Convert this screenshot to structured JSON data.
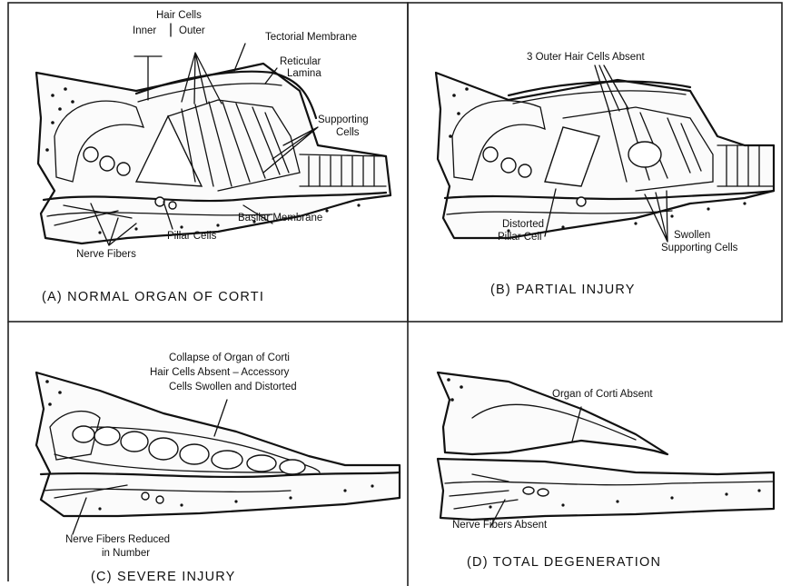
{
  "panels": {
    "a": {
      "caption": "(A)  NORMAL ORGAN OF CORTI",
      "labels": {
        "hair_cells": "Hair Cells",
        "inner": "Inner",
        "outer": "Outer",
        "tectorial": "Tectorial Membrane",
        "reticular_1": "Reticular",
        "reticular_2": "Lamina",
        "supporting_1": "Supporting",
        "supporting_2": "Cells",
        "basilar": "Basilar Membrane",
        "pillar": "Pillar Cells",
        "nerve": "Nerve Fibers"
      }
    },
    "b": {
      "caption": "(B)  PARTIAL INJURY",
      "labels": {
        "outer_absent": "3 Outer Hair Cells Absent",
        "distorted_1": "Distorted",
        "distorted_2": "Pillar Cell",
        "swollen_1": "Swollen",
        "swollen_2": "Supporting Cells"
      }
    },
    "c": {
      "caption": "(C)  SEVERE INJURY",
      "labels": {
        "collapse_1": "Collapse of Organ of Corti",
        "collapse_2": "Hair Cells Absent – Accessory",
        "collapse_3": "Cells Swollen and Distorted",
        "reduced_1": "Nerve Fibers Reduced",
        "reduced_2": "in Number"
      }
    },
    "d": {
      "caption": "(D)  TOTAL DEGENERATION",
      "labels": {
        "corti_absent": "Organ of Corti Absent",
        "nerve_absent": "Nerve Fibers Absent"
      }
    }
  }
}
